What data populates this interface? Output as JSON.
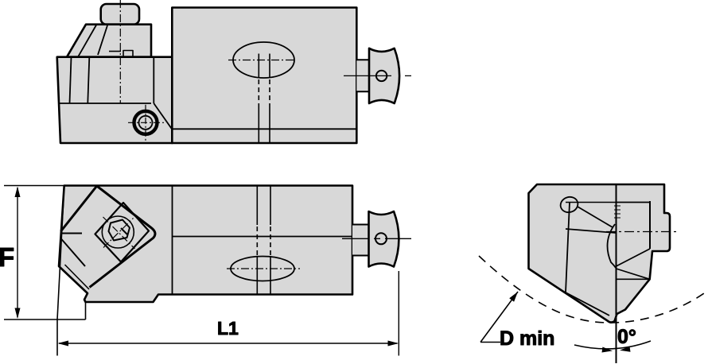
{
  "colors": {
    "background": "#ffffff",
    "part_fill": "#d8d8d8",
    "line": "#000000"
  },
  "labels": {
    "height": "F",
    "length": "L1",
    "min_diameter": "D min",
    "lead_angle": "0°"
  }
}
